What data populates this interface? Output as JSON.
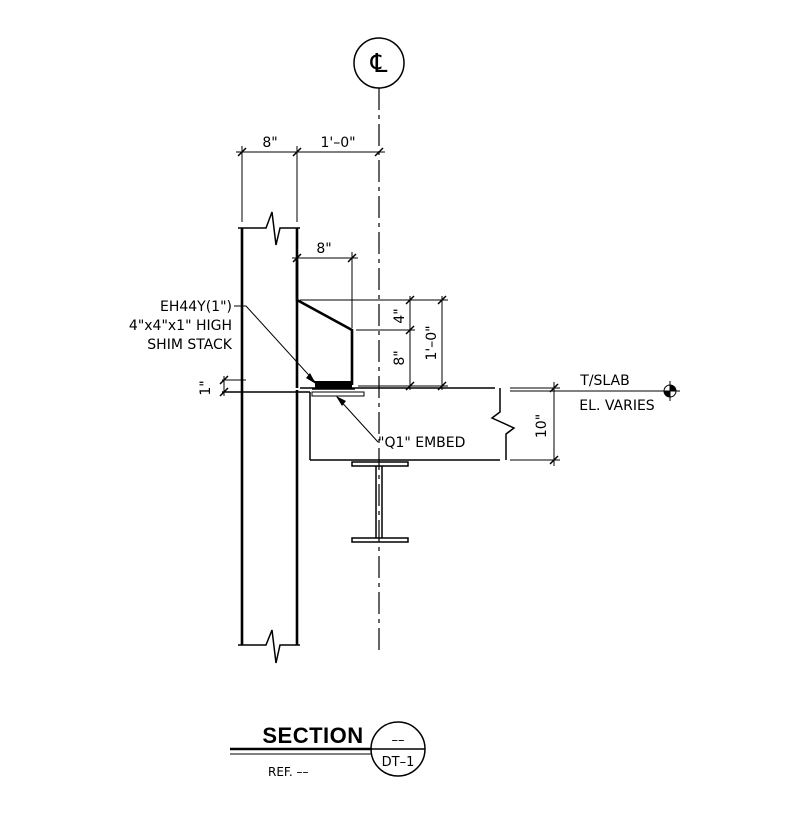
{
  "centerline": {
    "symbol": "℄"
  },
  "dimensions": {
    "top_left": "8\"",
    "top_right": "1'–0\"",
    "corbel_width": "8\"",
    "corbel_depth_top": "4\"",
    "corbel_depth_bottom": "8\"",
    "corbel_height": "1'–0\"",
    "shim_height": "1\"",
    "slab_depth": "10\""
  },
  "notes": {
    "shim_line1": "EH44Y(1\")",
    "shim_line2": "4\"x4\"x1\" HIGH",
    "shim_line3": "SHIM STACK",
    "embed": "\"Q1\" EMBED",
    "slab_line1": "T/SLAB",
    "slab_line2": "EL. VARIES"
  },
  "section_title": {
    "label": "SECTION",
    "ref": "REF. ––",
    "bubble_top": "––",
    "bubble_bottom": "DT–1"
  }
}
